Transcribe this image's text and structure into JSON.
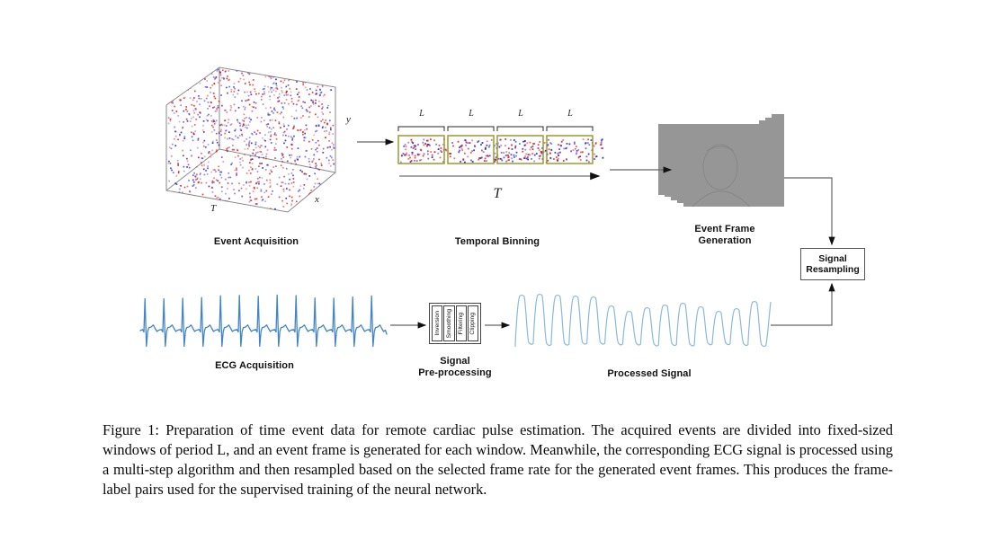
{
  "figure": {
    "panels": {
      "event_acquisition": {
        "label": "Event Acquisition",
        "axis_t": "T",
        "axis_x": "x",
        "axis_y": "y"
      },
      "temporal_binning": {
        "label": "Temporal Binning",
        "bin_label": "L",
        "axis_label": "T",
        "num_bins": 4
      },
      "event_frame_generation": {
        "label_line1": "Event Frame",
        "label_line2": "Generation"
      },
      "signal_resampling": {
        "label_line1": "Signal",
        "label_line2": "Resampling"
      },
      "ecg_acquisition": {
        "label": "ECG Acquisition"
      },
      "signal_preprocessing": {
        "label_line1": "Signal",
        "label_line2": "Pre-processing",
        "steps": [
          "Inversion",
          "Smoothing",
          "Filtering",
          "Clipping"
        ]
      },
      "processed_signal": {
        "label": "Processed Signal"
      }
    },
    "caption": "Figure 1: Preparation of time event data for remote cardiac pulse estimation. The acquired events are divided into fixed-sized windows of period L, and an event frame is generated for each window. Meanwhile, the corresponding ECG signal is processed using a multi-step algorithm and then resampled based on the selected frame rate for the generated event frames. This produces the frame-label pairs used for the supervised training of the neural network."
  },
  "render": {
    "seed": 1337,
    "cube_dot_count": 1100,
    "bin_dot_count": 330,
    "ecg_beat_count": 13,
    "processed_peak_tops": [
      329,
      328,
      329,
      330,
      331,
      341,
      347,
      343,
      340,
      338,
      342,
      347,
      344,
      336
    ],
    "colors": {
      "event_red": "#d62020",
      "event_blue": "#2b2bd0",
      "bin_border": "#9a9a32",
      "ecg_blue": "#4284c4",
      "processed_blue": "#8ab9dd",
      "frame_gray": "#969696",
      "arrow_gray": "#666666",
      "cube_edge": "#8a8a8a"
    }
  }
}
